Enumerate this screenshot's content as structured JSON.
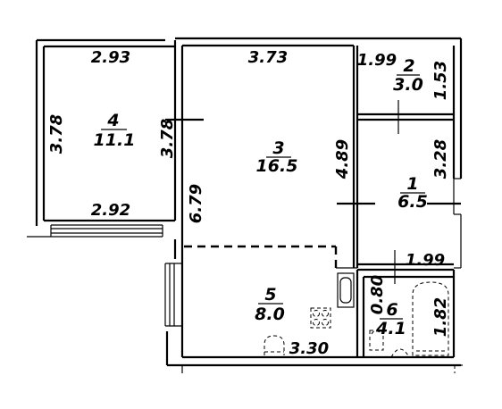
{
  "rooms": [
    {
      "number": "4",
      "area": "11.1"
    },
    {
      "number": "3",
      "area": "16.5"
    },
    {
      "number": "2",
      "area": "3.0"
    },
    {
      "number": "1",
      "area": "6.5"
    },
    {
      "number": "5",
      "area": "8.0"
    },
    {
      "number": "6",
      "area": "4.1"
    }
  ],
  "dimensions": {
    "room4_top": "2.93",
    "room4_left": "3.78",
    "room4_right": "3.78",
    "room4_bottom": "2.92",
    "room3_top": "3.73",
    "room3_right": "4.89",
    "room3_left": "6.79",
    "room2_top": "1.99",
    "room2_right": "1.53",
    "room1_right": "3.28",
    "room1_bottom": "1.99",
    "door_width": "0.80",
    "bath_length": "1.82",
    "room5_bottom": "3.30"
  }
}
